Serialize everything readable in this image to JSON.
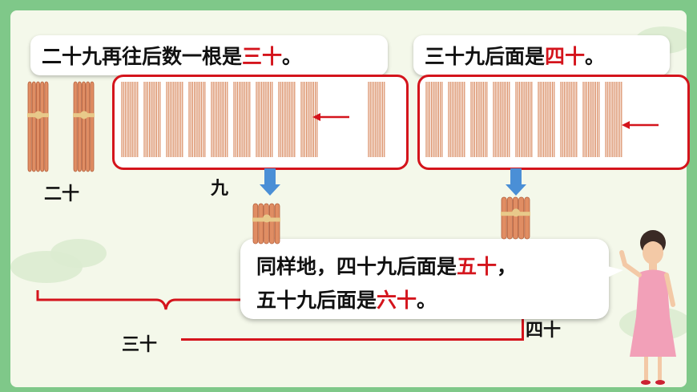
{
  "top_left": {
    "prefix": "二十九再往后数一根是",
    "highlight": "三十",
    "suffix": "。"
  },
  "top_right": {
    "prefix": "三十九后面是",
    "highlight": "四十",
    "suffix": "。"
  },
  "labels": {
    "twenty": "二十",
    "nine": "九",
    "thirty": "三十",
    "forty": "四十"
  },
  "speech": {
    "line1_prefix": "同样地，四十九后面是",
    "line1_highlight": "五十",
    "line1_suffix": "，",
    "line2_prefix": "五十九后面是",
    "line2_highlight": "六十",
    "line2_suffix": "。"
  },
  "colors": {
    "accent": "#d4141c",
    "arrow": "#4a8fd6",
    "stick": "#d98a60"
  }
}
